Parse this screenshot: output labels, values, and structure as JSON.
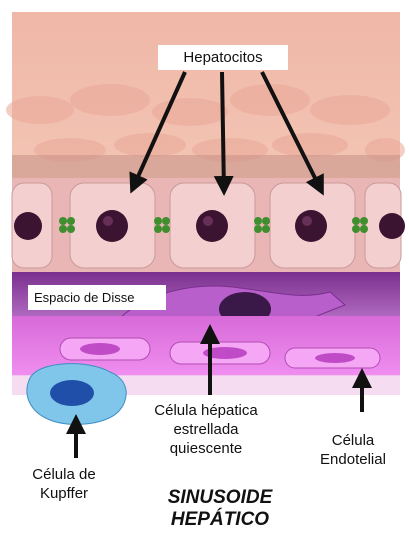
{
  "labels": {
    "hepatocitos": "Hepatocitos",
    "espacio_disse": "Espacio de Disse",
    "estrellada": [
      "Célula hépatica",
      "estrellada",
      "quiescente"
    ],
    "endotelial": [
      "Célula",
      "Endotelial"
    ],
    "kupffer": [
      "Célula de",
      "Kupffer"
    ]
  },
  "title": [
    "SINUSOIDE",
    "HEPÁTICO"
  ],
  "colors": {
    "hepatocyte_fill": "#f3cfcf",
    "nucleus": "#3a1430",
    "green_marker": "#3f8f2f",
    "disse_space": "#8a3aa0",
    "endothelium": "#e07ae6",
    "kupffer_cell": "#7fc6ea",
    "arrow": "#111111"
  }
}
